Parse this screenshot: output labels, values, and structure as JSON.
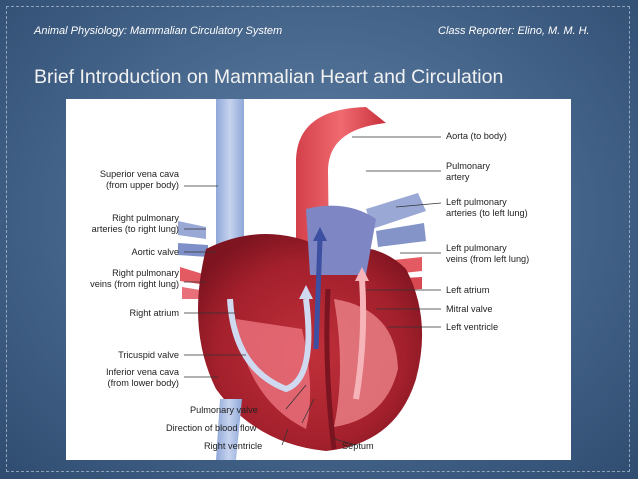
{
  "header": {
    "left": "Animal Physiology: Mammalian Circulatory System",
    "right": "Class Reporter: Elino, M. M. H."
  },
  "title": "Brief Introduction on Mammalian Heart and Circulation",
  "diagram": {
    "labels": {
      "aorta": "Aorta (to body)",
      "pulmonary_artery_1": "Pulmonary",
      "pulmonary_artery_2": "artery",
      "left_pulm_arteries_1": "Left pulmonary",
      "left_pulm_arteries_2": "arteries (to left lung)",
      "left_pulm_veins_1": "Left pulmonary",
      "left_pulm_veins_2": "veins (from left lung)",
      "left_atrium": "Left atrium",
      "mitral_valve": "Mitral valve",
      "left_ventricle": "Left ventricle",
      "svc_1": "Superior vena cava",
      "svc_2": "(from upper body)",
      "right_pulm_arteries_1": "Right pulmonary",
      "right_pulm_arteries_2": "arteries (to right lung)",
      "aortic_valve": "Aortic valve",
      "right_pulm_veins_1": "Right pulmonary",
      "right_pulm_veins_2": "veins (from right lung)",
      "right_atrium": "Right atrium",
      "tricuspid_valve": "Tricuspid valve",
      "ivc_1": "Inferior vena cava",
      "ivc_2": "(from lower body)",
      "pulmonary_valve": "Pulmonary valve",
      "blood_flow": "Direction of blood flow",
      "right_ventricle": "Right ventricle",
      "septum": "Septum"
    }
  }
}
